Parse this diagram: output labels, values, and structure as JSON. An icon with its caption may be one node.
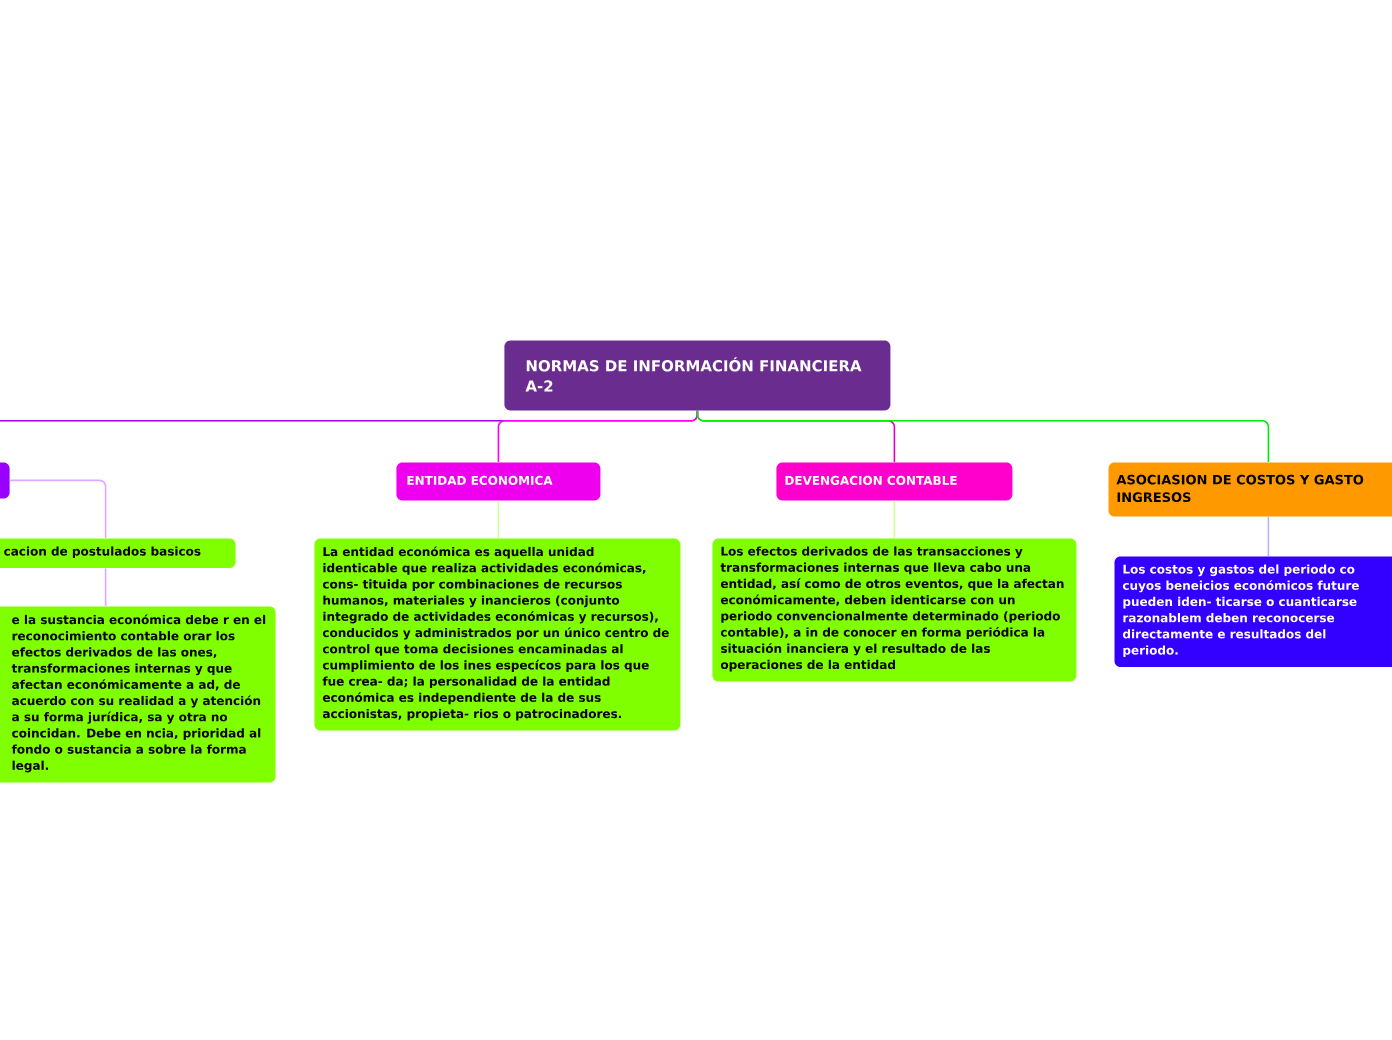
{
  "diagram": {
    "nodes": [
      {
        "text": [
          "NORMAS DE INFORMACIÓN FINANCIERA A-2"
        ]
      },
      {
        "text": [],
        "shape": "box"
      },
      {
        "text": [
          "cacion de postulados basicos"
        ]
      },
      {
        "text": [
          "e la sustancia económica debe r en el reconocimiento contable orar los efectos derivados de las ones, transformaciones internas y que afectan económicamente a ad, de acuerdo con su realidad a y atención a su forma jurídica, sa y otra no coincidan. Debe en ncia, prioridad al fondo o sustancia a sobre la forma legal."
        ]
      },
      {
        "text": [
          "ENTIDAD ECONOMICA"
        ]
      },
      {
        "text": [
          "La entidad económica es aquella unidad identicable que realiza actividades económicas, cons- tituida por combinaciones de recursos humanos, materiales y inancieros (conjunto integrado de actividades económicas y recursos), conducidos y administrados por un único centro de control que toma decisiones encaminadas al cumplimiento de los ines especícos para los que fue crea- da; la personalidad de la entidad económica es independiente de la de sus accionistas, propieta- rios o patrocinadores."
        ]
      },
      {
        "text": [
          "DEVENGACION CONTABLE"
        ]
      },
      {
        "text": [
          "Los efectos derivados de las transacciones y transformaciones internas que lleva cabo una entidad, así como de otros eventos, que la afectan económicamente, deben identicarse con un periodo convencionalmente determinado (periodo contable), a in de conocer en forma periódica la situación inanciera y el resultado de las operaciones de la entidad"
        ]
      },
      {
        "text": [
          "ASOCIASION DE COSTOS Y GASTO INGRESOS"
        ]
      },
      {
        "text": [
          "Los costos y gastos del periodo co cuyos beneicios económicos future pueden iden- ticarse o cuanticarse razonablem deben reconocerse directamente e resultados del periodo."
        ]
      }
    ],
    "edges": [
      {
        "from": 0,
        "to": 1,
        "arrow": "none",
        "color": "#9900ff"
      },
      {
        "from": 0,
        "to": 4,
        "arrow": "none",
        "color": "#ff00ff"
      },
      {
        "from": 0,
        "to": 6,
        "arrow": "none",
        "color": "#e000c0"
      },
      {
        "from": 0,
        "to": 8,
        "arrow": "none",
        "color": "#00ee00"
      },
      {
        "from": 1,
        "to": 2,
        "arrow": "none",
        "color": "#ddaaff"
      },
      {
        "from": 2,
        "to": 3,
        "arrow": "none",
        "color": "#ddaaff"
      },
      {
        "from": 4,
        "to": 5,
        "arrow": "none",
        "color": "#ccff99"
      },
      {
        "from": 6,
        "to": 7,
        "arrow": "none",
        "color": "#ccff99"
      },
      {
        "from": 8,
        "to": 9,
        "arrow": "none",
        "color": "#b3b3ff"
      }
    ]
  }
}
